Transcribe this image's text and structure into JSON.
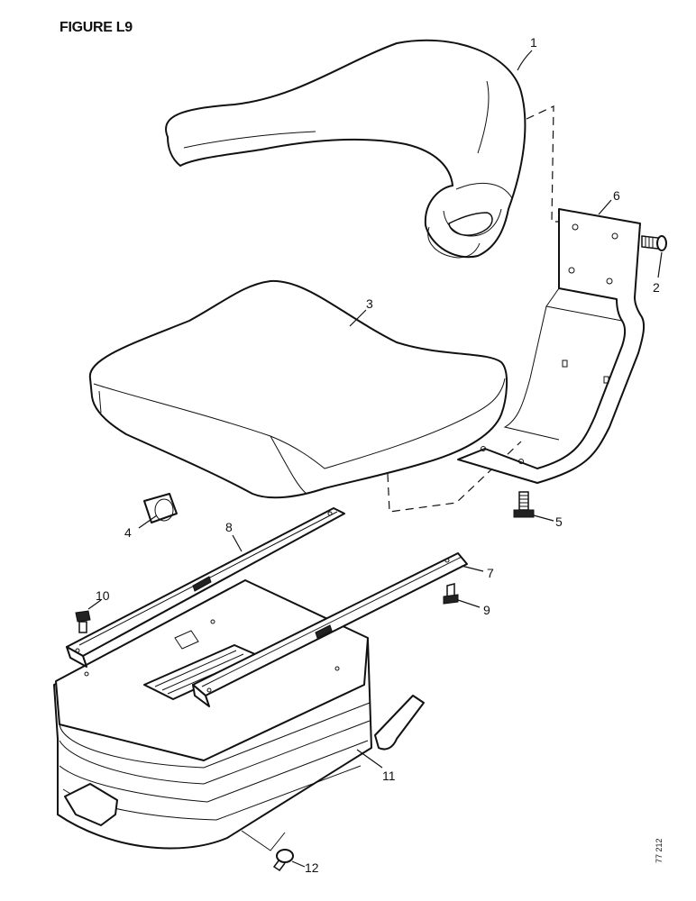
{
  "figure": {
    "title": "FIGURE L9",
    "ref_code": "77 212"
  },
  "callouts": [
    "1",
    "2",
    "3",
    "4",
    "5",
    "6",
    "7",
    "8",
    "9",
    "10",
    "11",
    "12"
  ]
}
